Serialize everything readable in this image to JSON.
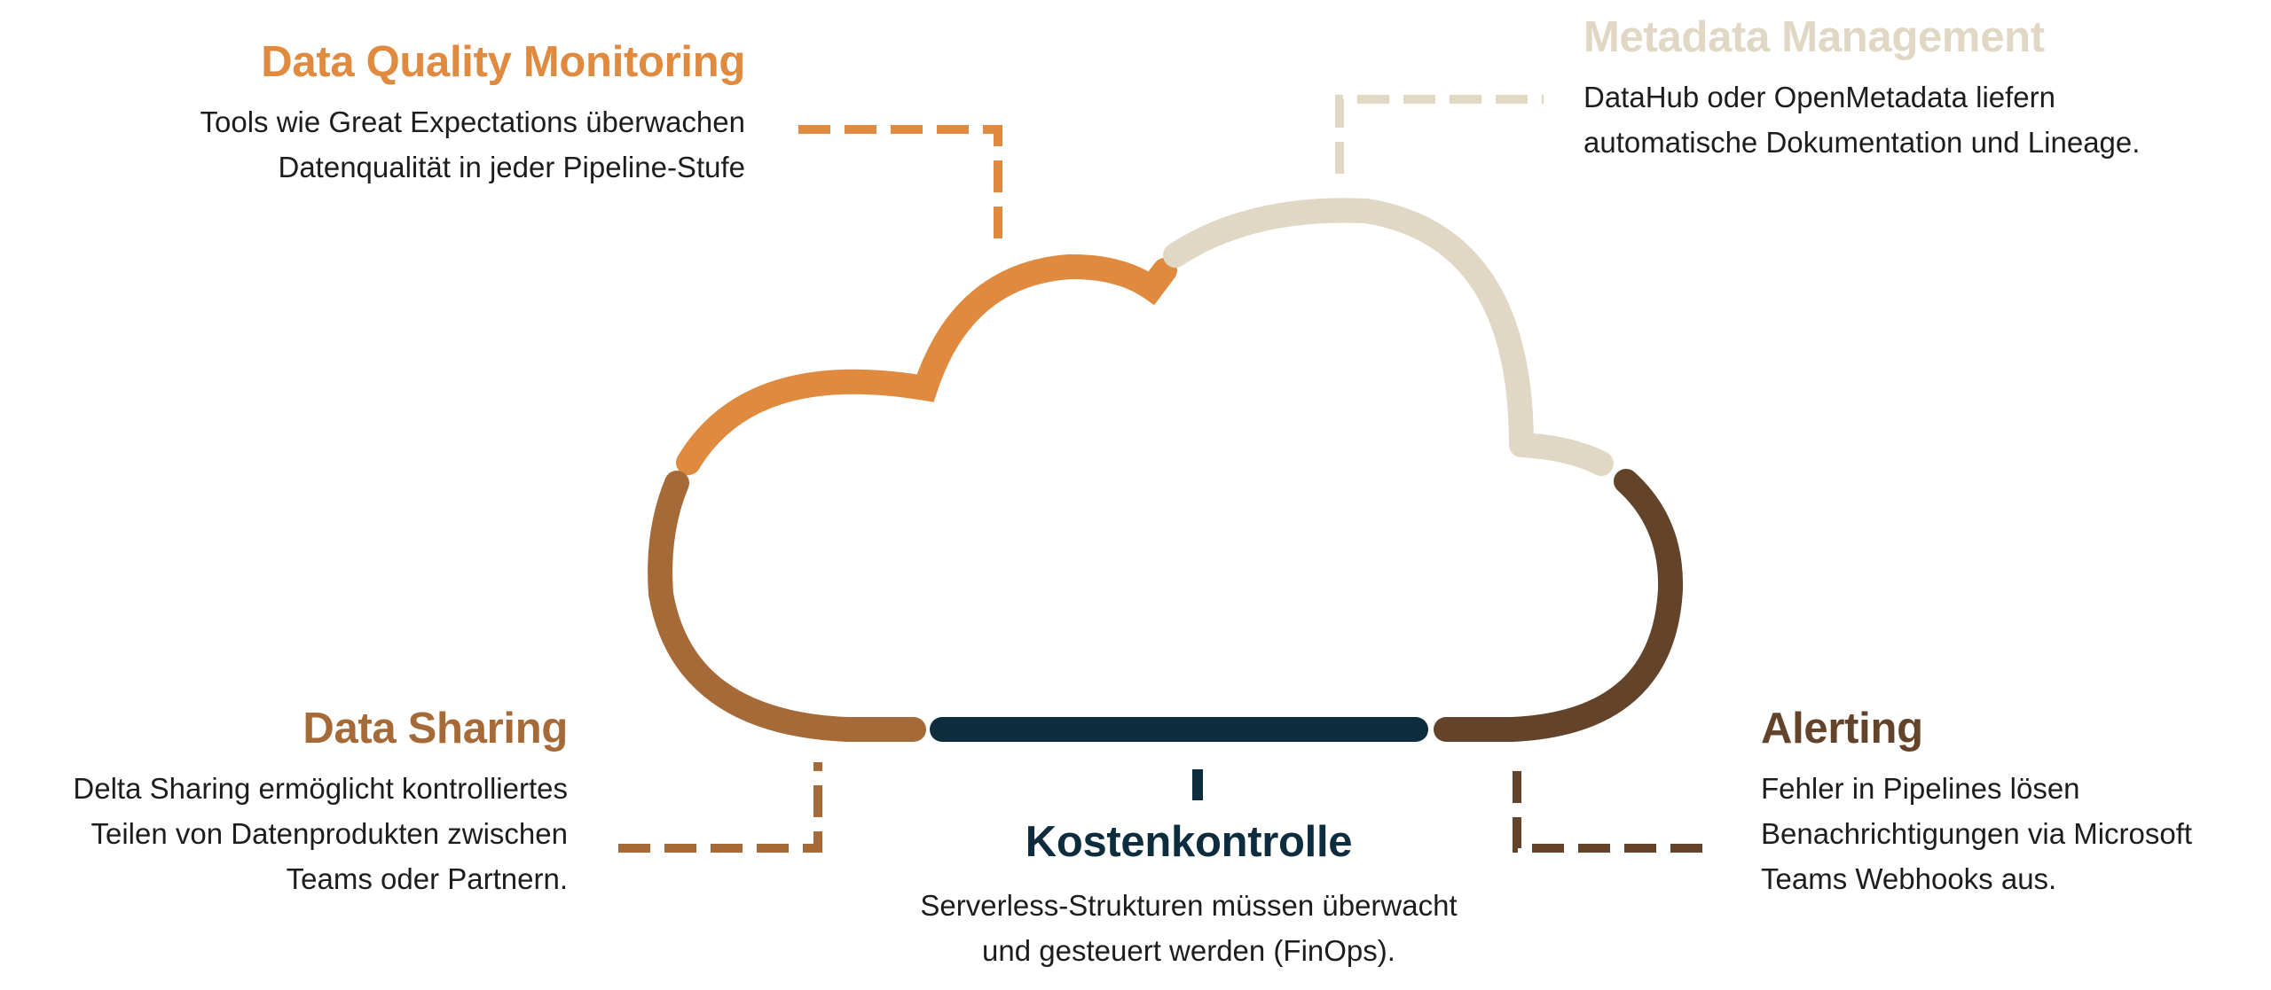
{
  "colors": {
    "quality": "#e08a3f",
    "metadata": "#e0d7c4",
    "sharing": "#a66a38",
    "alerting": "#634329",
    "cost": "#0d2c3d",
    "text": "#1d1d1d"
  },
  "sections": {
    "data_quality": {
      "title": "Data Quality Monitoring",
      "desc_line1": "Tools wie Great Expectations überwachen",
      "desc_line2": "Datenqualität in jeder Pipeline-Stufe"
    },
    "metadata": {
      "title": "Metadata Management",
      "desc_line1": "DataHub oder OpenMetadata liefern",
      "desc_line2": "automatische Dokumentation und Lineage."
    },
    "data_sharing": {
      "title": "Data Sharing",
      "desc_line1": "Delta Sharing ermöglicht kontrolliertes",
      "desc_line2": "Teilen von Datenprodukten zwischen",
      "desc_line3": "Teams oder Partnern."
    },
    "alerting": {
      "title": "Alerting",
      "desc_line1": "Fehler in Pipelines lösen",
      "desc_line2": "Benachrichtigungen via Microsoft",
      "desc_line3": "Teams Webhooks aus."
    },
    "cost_control": {
      "title": "Kostenkontrolle",
      "desc_line1": "Serverless-Strukturen müssen überwacht",
      "desc_line2": "und gesteuert werden (FinOps)."
    }
  }
}
